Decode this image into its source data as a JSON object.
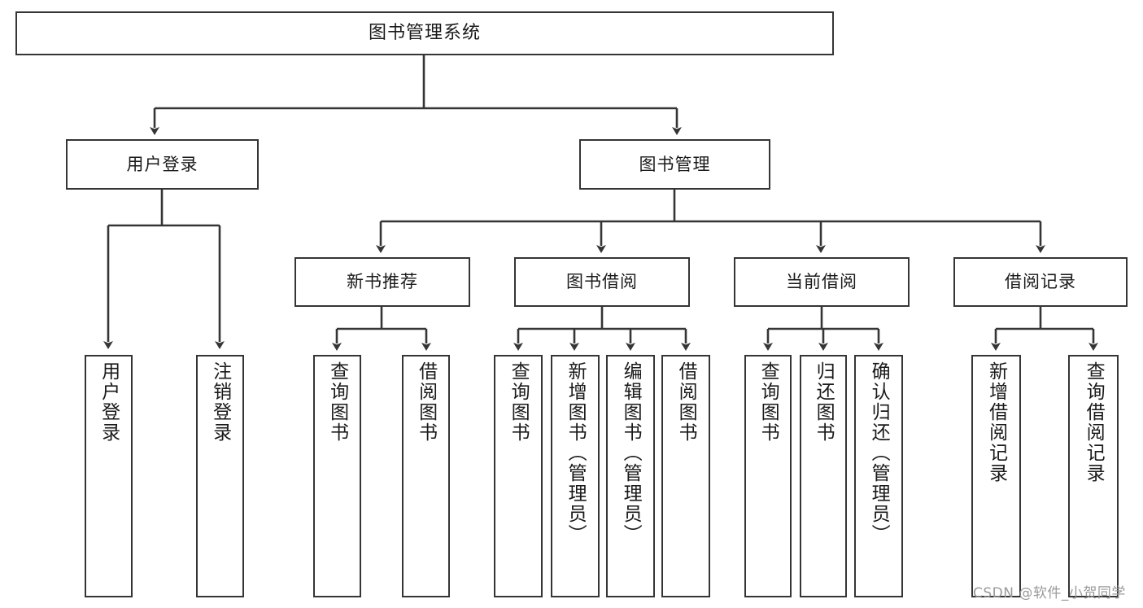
{
  "diagram": {
    "type": "tree",
    "title": "图书管理系统",
    "orientation": "top-down",
    "colors": {
      "box_border": "#353535",
      "box_fill": "#ffffff",
      "edge": "#353535",
      "text": "#1a1a1a",
      "watermark": "#9a9a9a"
    },
    "levels": [
      {
        "level": 1,
        "nodes": [
          {
            "id": "root",
            "label": "图书管理系统",
            "orientation": "horizontal"
          }
        ]
      },
      {
        "level": 2,
        "nodes": [
          {
            "id": "l2-1",
            "label": "用户登录",
            "orientation": "horizontal",
            "parent": "root"
          },
          {
            "id": "l2-2",
            "label": "图书管理",
            "orientation": "horizontal",
            "parent": "root"
          }
        ]
      },
      {
        "level": 3,
        "nodes": [
          {
            "id": "l3-1",
            "label": "新书推荐",
            "orientation": "horizontal",
            "parent": "l2-2"
          },
          {
            "id": "l3-2",
            "label": "图书借阅",
            "orientation": "horizontal",
            "parent": "l2-2"
          },
          {
            "id": "l3-3",
            "label": "当前借阅",
            "orientation": "horizontal",
            "parent": "l2-2"
          },
          {
            "id": "l3-4",
            "label": "借阅记录",
            "orientation": "horizontal",
            "parent": "l2-2"
          }
        ]
      },
      {
        "level": 4,
        "nodes": [
          {
            "id": "leaf-1",
            "label": "用户登录",
            "orientation": "vertical",
            "parent": "l2-1"
          },
          {
            "id": "leaf-2",
            "label": "注销登录",
            "orientation": "vertical",
            "parent": "l2-1"
          },
          {
            "id": "leaf-3",
            "label": "查询图书",
            "orientation": "vertical",
            "parent": "l3-1"
          },
          {
            "id": "leaf-4",
            "label": "借阅图书",
            "orientation": "vertical",
            "parent": "l3-1"
          },
          {
            "id": "leaf-5",
            "label": "查询图书",
            "orientation": "vertical",
            "parent": "l3-2"
          },
          {
            "id": "leaf-6",
            "label": "新增图书（管理员）",
            "orientation": "vertical",
            "parent": "l3-2"
          },
          {
            "id": "leaf-7",
            "label": "编辑图书（管理员）",
            "orientation": "vertical",
            "parent": "l3-2"
          },
          {
            "id": "leaf-8",
            "label": "借阅图书",
            "orientation": "vertical",
            "parent": "l3-2"
          },
          {
            "id": "leaf-9",
            "label": "查询图书",
            "orientation": "vertical",
            "parent": "l3-3"
          },
          {
            "id": "leaf-10",
            "label": "归还图书",
            "orientation": "vertical",
            "parent": "l3-3"
          },
          {
            "id": "leaf-11",
            "label": "确认归还（管理员）",
            "orientation": "vertical",
            "parent": "l3-3"
          },
          {
            "id": "leaf-12",
            "label": "新增借阅记录",
            "orientation": "vertical",
            "parent": "l3-4"
          },
          {
            "id": "leaf-13",
            "label": "查询借阅记录",
            "orientation": "vertical",
            "parent": "l3-4"
          }
        ]
      }
    ]
  },
  "watermark": {
    "text": "CSDN @软件_小贺同学"
  }
}
